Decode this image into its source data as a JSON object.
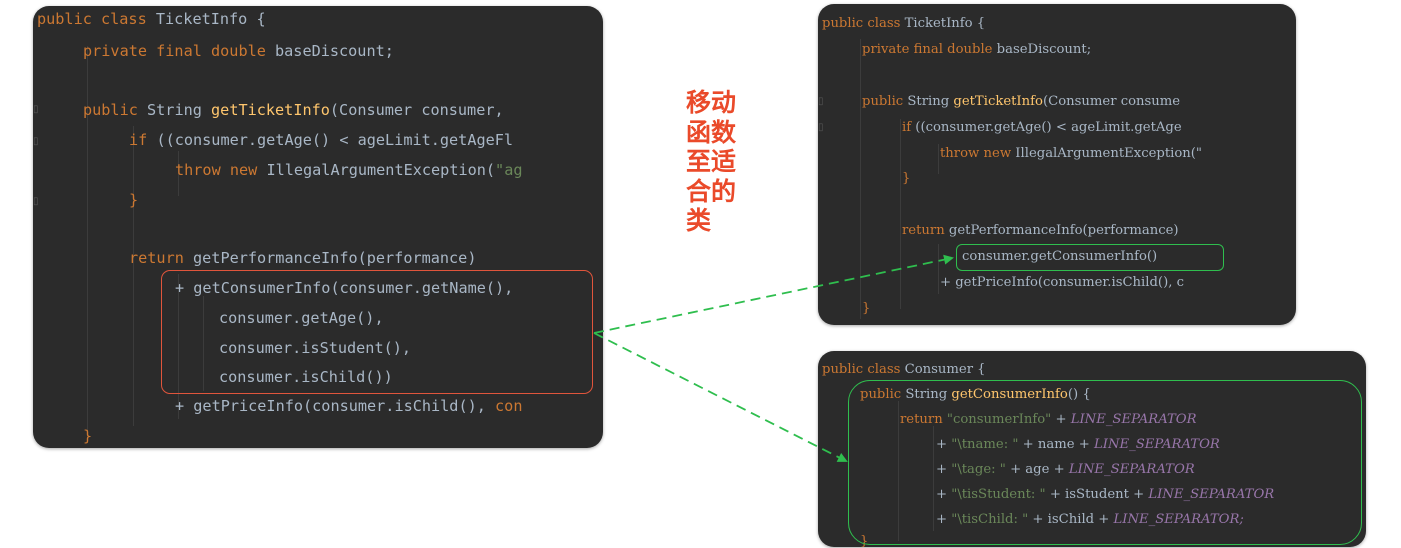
{
  "title": "移动\n函数\n至适\n合的\n类",
  "colors": {
    "panel_bg": "#2b2b2b",
    "keyword": "#cc7832",
    "function": "#ffc66d",
    "string": "#6a8759",
    "constant": "#9876aa",
    "highlight_red": "#e0553c",
    "highlight_green": "#2fbe4e",
    "title": "#ea4a2a"
  },
  "left": {
    "l1_kw": "public class",
    "l1_rest": " TicketInfo {",
    "l2_kw": "private final double",
    "l2_rest": " baseDiscount;",
    "l3_kw": "public",
    "l3_mid": " String ",
    "l3_fn": "getTicketInfo",
    "l3_rest": "(Consumer consumer,",
    "l4_kw": "if",
    "l4_rest": " ((consumer.getAge() < ageLimit.getAgeFl",
    "l5_kw": "throw new",
    "l5_rest": " IllegalArgumentException(",
    "l5_str": "\"ag",
    "l6": "}",
    "l7_kw": "return",
    "l7_rest": " getPerformanceInfo(performance)",
    "l8": "+ getConsumerInfo(consumer.getName(),",
    "l9": "consumer.getAge(),",
    "l10": "consumer.isStudent(),",
    "l11": "consumer.isChild())",
    "l12_a": "+ getPriceInfo(consumer.isChild(), ",
    "l12_b": "con",
    "l13": "}"
  },
  "top_right": {
    "l1_kw": "public class",
    "l1_rest": " TicketInfo {",
    "l2_kw": "private final double",
    "l2_rest": " baseDiscount;",
    "l3_kw": "public",
    "l3_mid": " String ",
    "l3_fn": "getTicketInfo",
    "l3_rest": "(Consumer consume",
    "l4_kw": "if",
    "l4_rest": " ((consumer.getAge() < ageLimit.getAge",
    "l5_kw": "throw new",
    "l5_rest": " IllegalArgumentException(\"",
    "l6": "}",
    "l7_kw": "return",
    "l7_rest": " getPerformanceInfo(performance)",
    "l8": "consumer.getConsumerInfo()",
    "l9": "+ getPriceInfo(consumer.isChild(), c",
    "l10": "}"
  },
  "bottom_right": {
    "l1_kw": "public class",
    "l1_rest": " Consumer {",
    "l2_kw": "public",
    "l2_mid": " String ",
    "l2_fn": "getConsumerInfo",
    "l2_rest": "() {",
    "l3_kw": "return",
    "l3_str": " \"consumerInfo\"",
    "l3_op": " + ",
    "l3_const": "LINE_SEPARATOR",
    "l4_op": "+ ",
    "l4_str": "\"\\tname: \"",
    "l4_mid": " + name + ",
    "l4_const": "LINE_SEPARATOR",
    "l5_op": "+ ",
    "l5_str": "\"\\tage: \"",
    "l5_mid": " + age + ",
    "l5_const": "LINE_SEPARATOR",
    "l6_op": "+ ",
    "l6_str": "\"\\tisStudent: \"",
    "l6_mid": " + isStudent + ",
    "l6_const": "LINE_SEPARATOR",
    "l7_op": "+ ",
    "l7_str": "\"\\tisChild: \"",
    "l7_mid": " + isChild + ",
    "l7_const": "LINE_SEPARATOR;",
    "l8": "}"
  }
}
